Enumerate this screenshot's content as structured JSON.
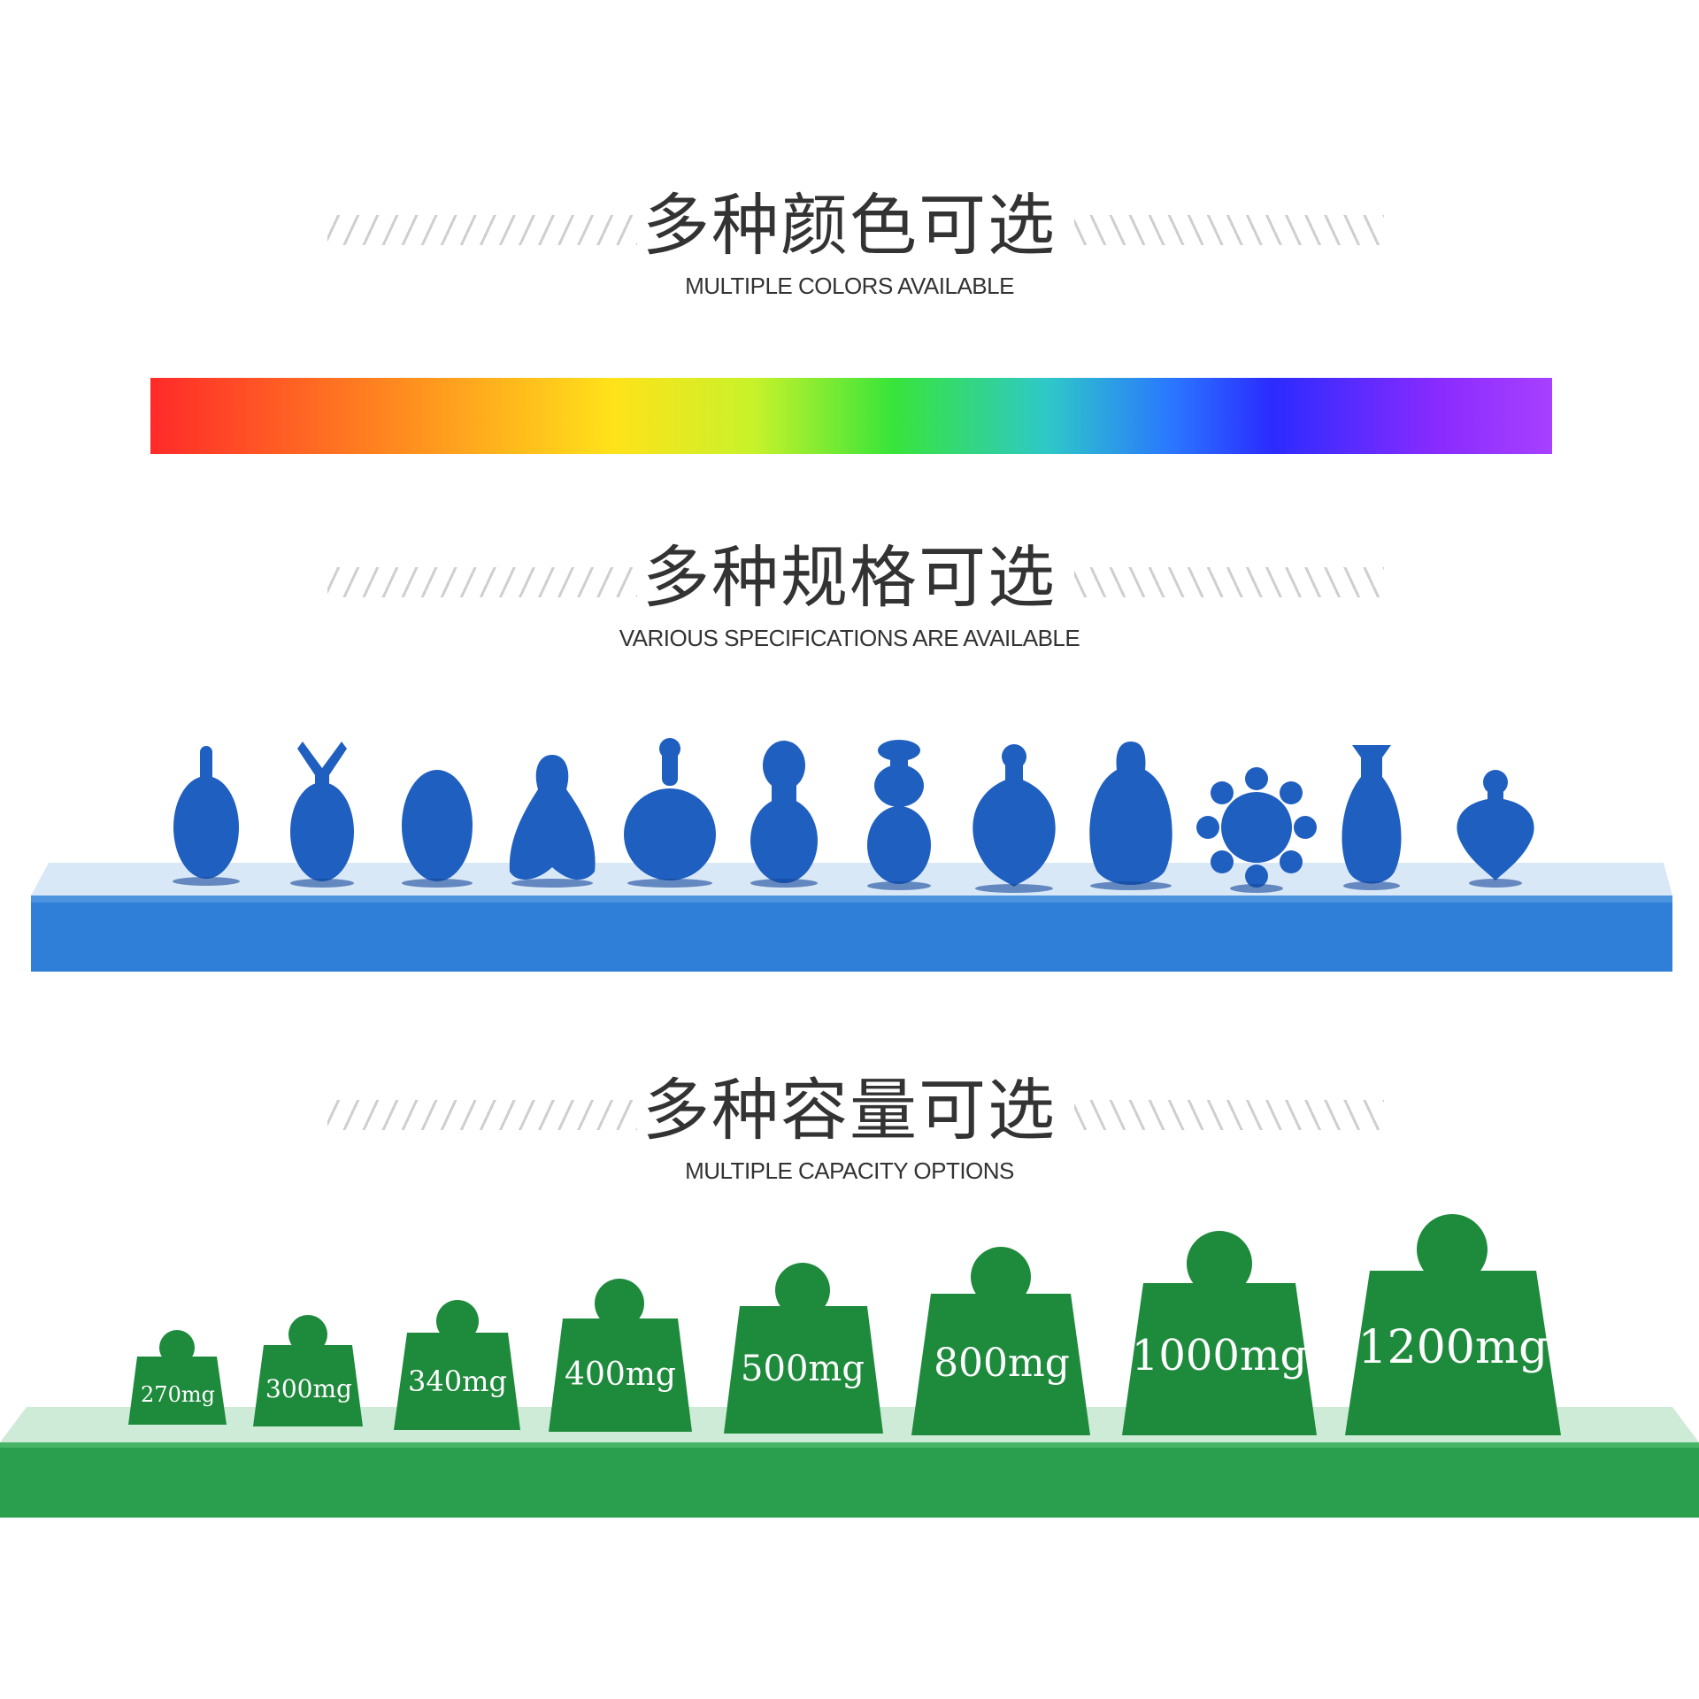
{
  "sections": [
    {
      "title_cn": "多种颜色可选",
      "title_en": "MULTIPLE COLORS AVAILABLE"
    },
    {
      "title_cn": "多种规格可选",
      "title_en": "VARIOUS SPECIFICATIONS ARE AVAILABLE"
    },
    {
      "title_cn": "多种容量可选",
      "title_en": "MULTIPLE CAPACITY OPTIONS"
    }
  ],
  "colors": {
    "shape_blue": "#1f5fbf",
    "shelf_blue": "#2f7fd8",
    "weight_green": "#1e8a3c",
    "shelf_green": "#2aa04e"
  },
  "shapes": [
    "bulb-long-neck",
    "fish-tail",
    "egg",
    "bell",
    "flask",
    "gourd",
    "double-gourd",
    "heart-drop",
    "keyhole",
    "gear",
    "vase",
    "small-heart"
  ],
  "capacities": [
    "270mg",
    "300mg",
    "340mg",
    "400mg",
    "500mg",
    "800mg",
    "1000mg",
    "1200mg"
  ]
}
